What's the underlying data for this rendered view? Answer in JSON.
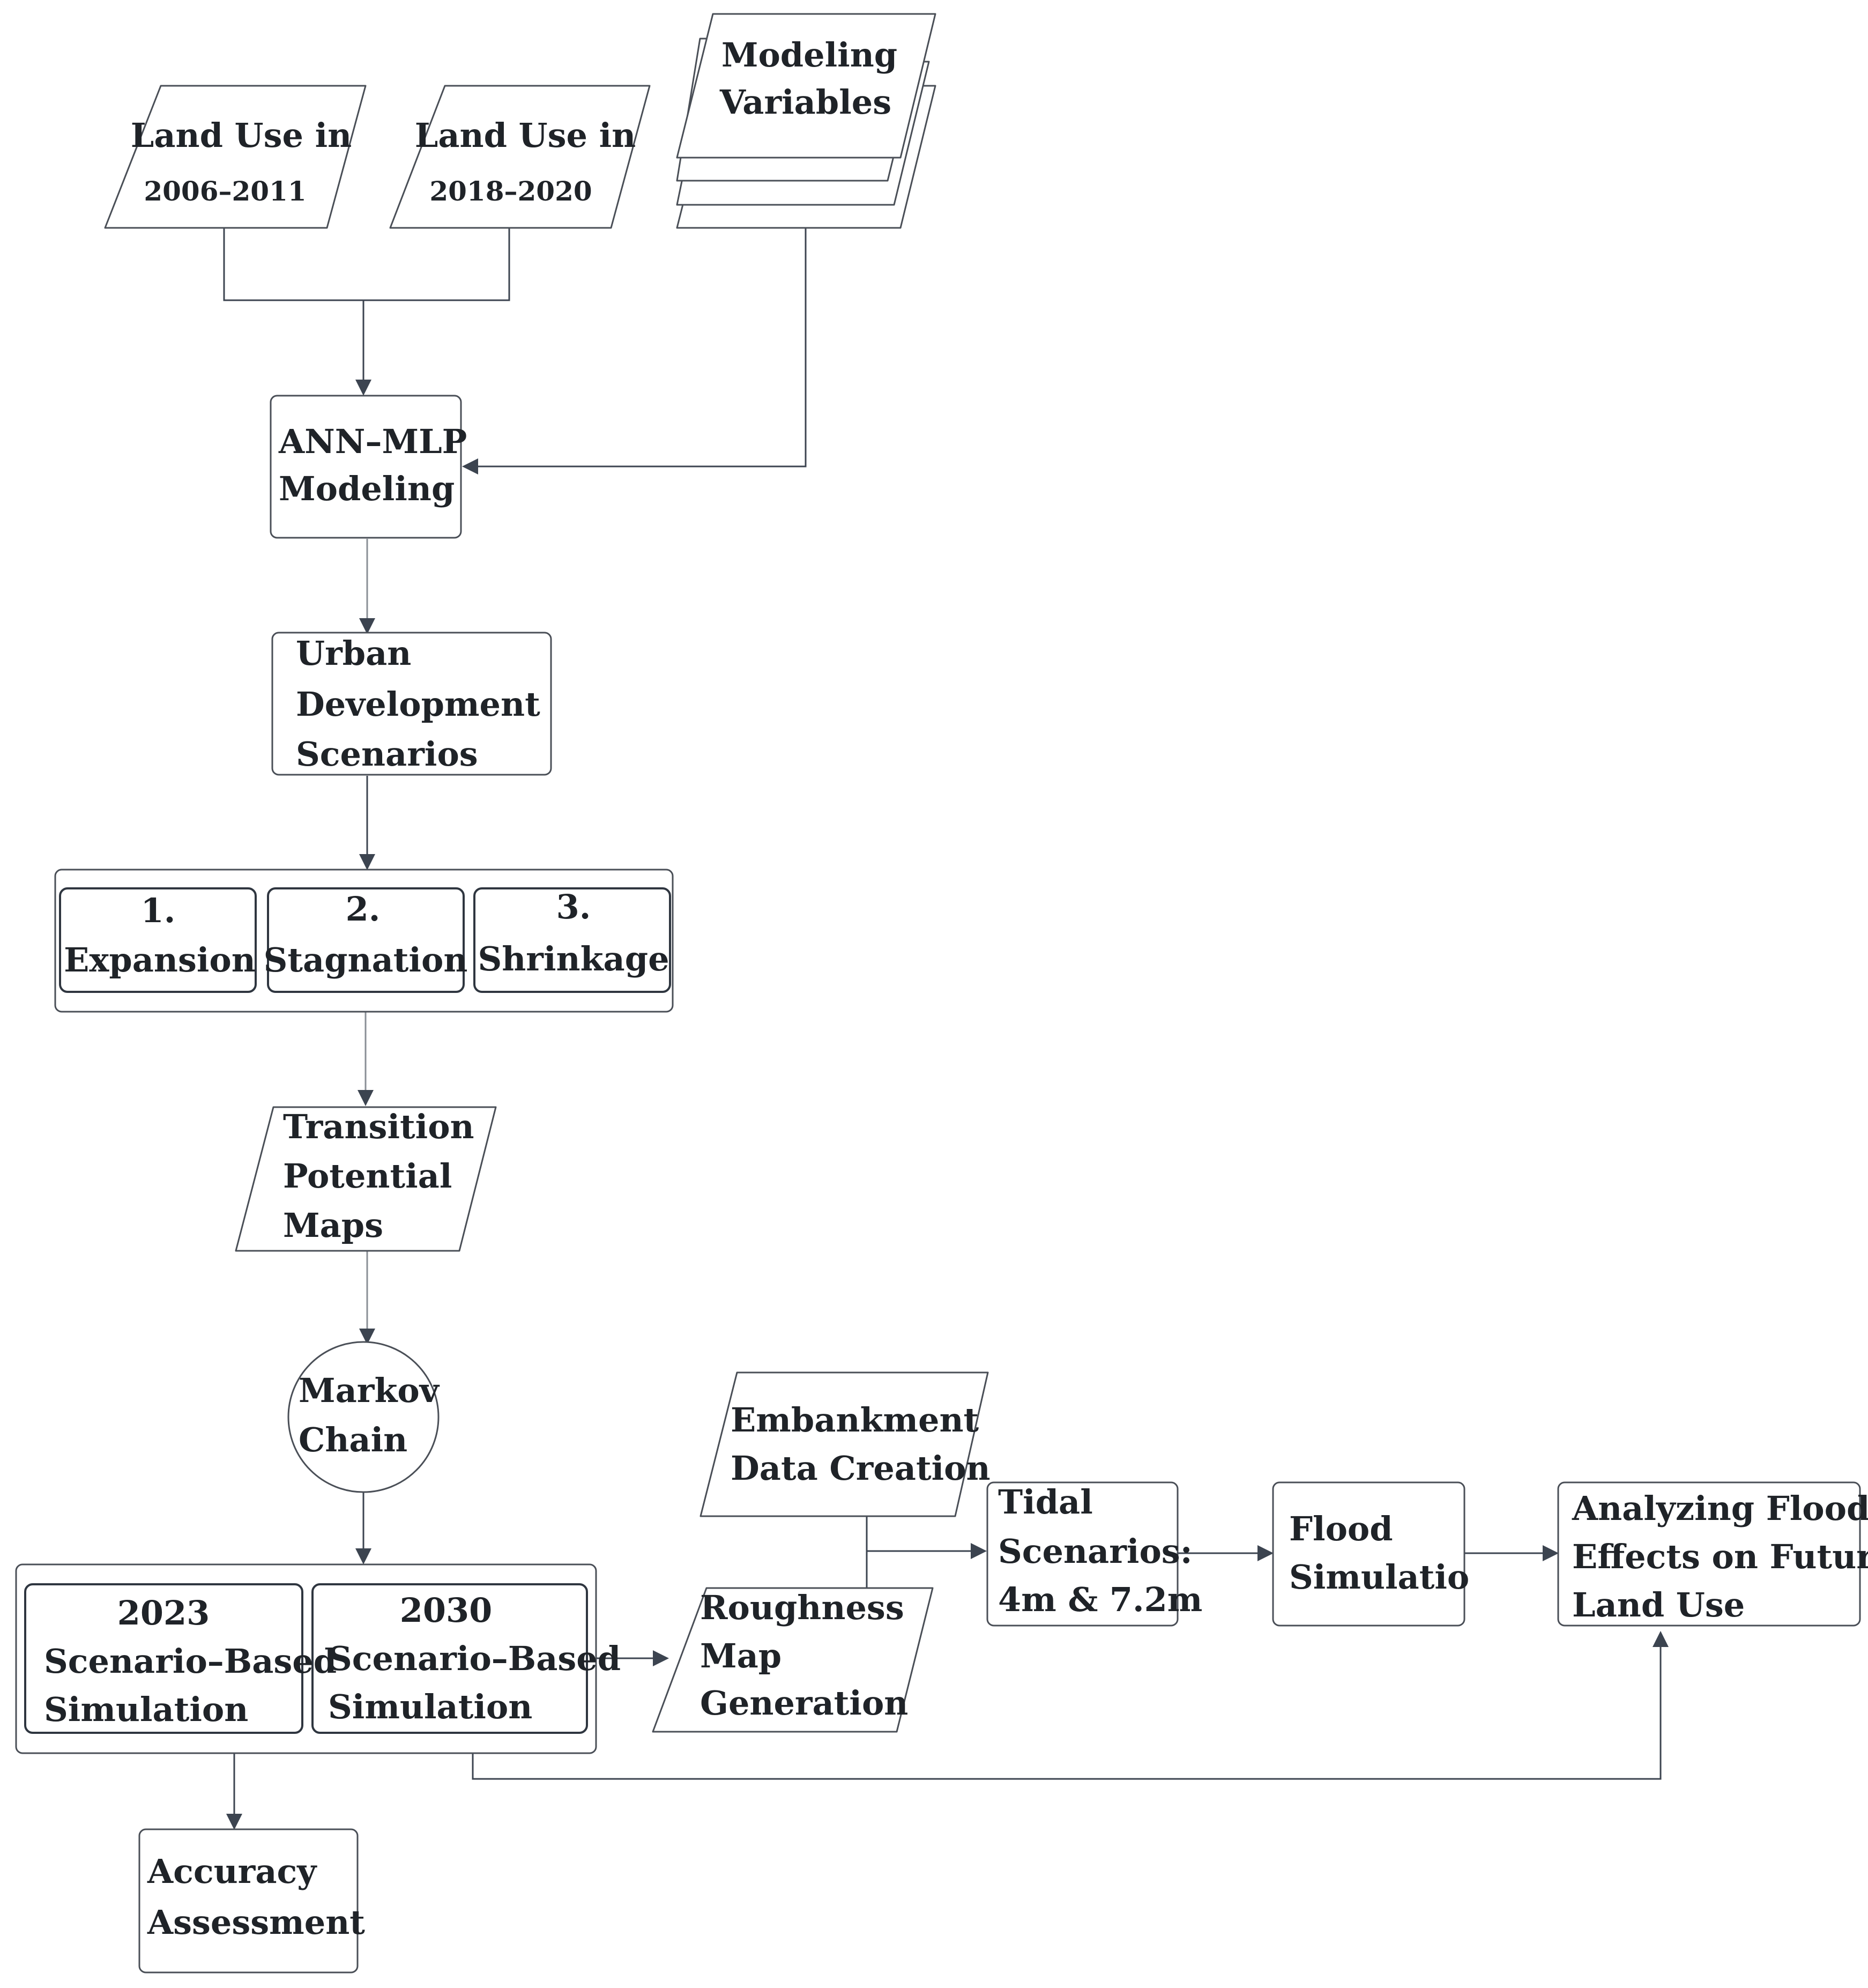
{
  "nodes": {
    "land_use_a": {
      "line1": "Land Use in",
      "line2": "2006–2011"
    },
    "land_use_b": {
      "line1": "Land Use in",
      "line2": "2018–2020"
    },
    "modeling_vars": {
      "line1": "Modeling",
      "line2": "Variables"
    },
    "ann_mlp": {
      "line1": "ANN–MLP",
      "line2": "Modeling"
    },
    "urban_dev": {
      "line1": "Urban",
      "line2": "Development",
      "line3": "Scenarios"
    },
    "scenario_1": {
      "num": "1.",
      "label": "Expansion"
    },
    "scenario_2": {
      "num": "2.",
      "label": "Stagnation"
    },
    "scenario_3": {
      "num": "3.",
      "label": "Shrinkage"
    },
    "transition": {
      "line1": "Transition",
      "line2": "Potential",
      "line3": "Maps"
    },
    "markov": {
      "line1": "Markov",
      "line2": "Chain"
    },
    "sim_2023": {
      "line1": "2023",
      "line2": "Scenario–Based",
      "line3": "Simulation"
    },
    "sim_2030": {
      "line1": "2030",
      "line2": "Scenario–Based",
      "line3": "Simulation"
    },
    "accuracy": {
      "line1": "Accuracy",
      "line2": "Assessment"
    },
    "embankment": {
      "line1": "Embankment",
      "line2": "Data Creation"
    },
    "roughness": {
      "line1": "Roughness",
      "line2": "Map",
      "line3": "Generation"
    },
    "tidal": {
      "line1": "Tidal",
      "line2": "Scenarios:",
      "line3": "4m & 7.2m"
    },
    "flood": {
      "line1": "Flood",
      "line2": "Simulatio"
    },
    "analyzing": {
      "line1": "Analyzing Flood",
      "line2": "Effects on Future",
      "line3": "Land Use"
    }
  },
  "colors": {
    "stroke": "#4a4f57",
    "text": "#1f2328",
    "arrow": "#3c4450"
  }
}
